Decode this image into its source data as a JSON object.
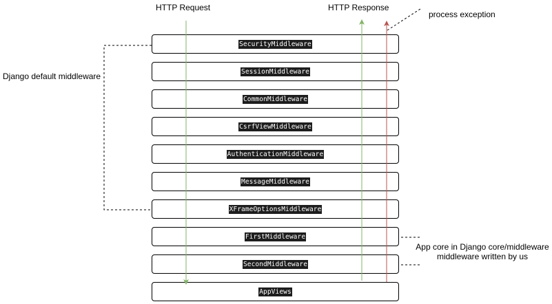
{
  "labels": {
    "http_request": "HTTP Request",
    "http_response": "HTTP Response",
    "process_exception": "process exception",
    "django_default": "Django default middleware",
    "app_core_line1": "App core in Django core/middleware",
    "app_core_line2": "middleware written by us"
  },
  "layers": [
    "SecurityMiddleware",
    "SessionMiddleware",
    "CommonMiddleware",
    "CsrfViewMiddleware",
    "AuthenticationMiddleware",
    "MessageMiddleware",
    "XFrameOptionsMiddleware",
    "FirstMiddleware",
    "SecondMiddleware",
    "AppViews"
  ],
  "colors": {
    "request_arrow": "#82b366",
    "response_arrow": "#82b366",
    "exception_arrow": "#b85450",
    "box_border": "#000000",
    "text_highlight": "#1e1e1e"
  }
}
